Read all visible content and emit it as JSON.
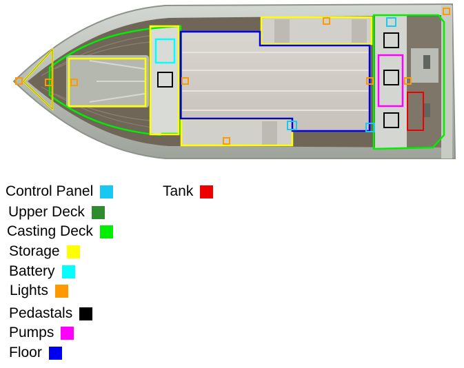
{
  "legend": [
    {
      "label": "Control Panel",
      "color": "#19c8f0"
    },
    {
      "label": "Upper Deck",
      "color": "#2e8b2e"
    },
    {
      "label": "Casting Deck",
      "color": "#00ee00"
    },
    {
      "label": "Storage",
      "color": "#ffff00"
    },
    {
      "label": "Battery",
      "color": "#00ffff"
    },
    {
      "label": "Lights",
      "color": "#ff9900"
    },
    {
      "label": "Pedastals",
      "color": "#000000"
    },
    {
      "label": "Pumps",
      "color": "#ff00ff"
    },
    {
      "label": "Floor",
      "color": "#0000ee"
    },
    {
      "label": "Tank",
      "color": "#ee0000"
    }
  ],
  "boat_image": {
    "icon": "boat-top-view-icon"
  }
}
